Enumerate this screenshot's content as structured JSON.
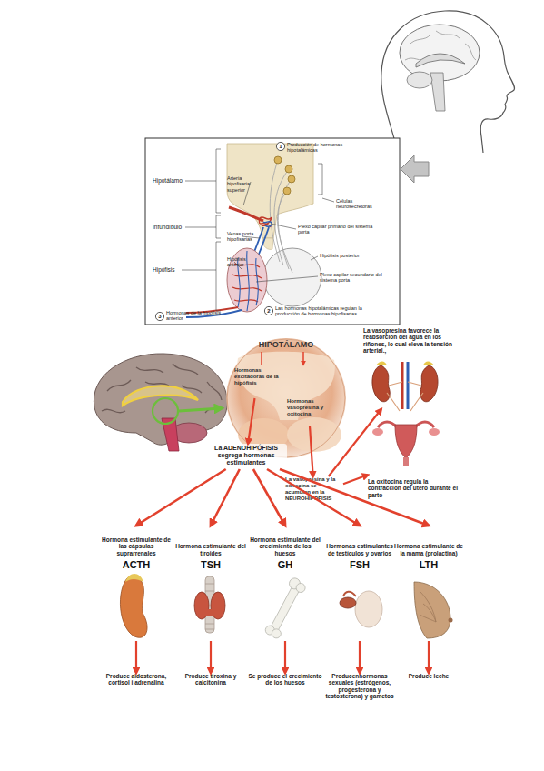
{
  "diagram": {
    "nodes": [
      {
        "text": [
          "HIPOTÁLAMO"
        ]
      },
      {
        "text": [
          "Hormonas excitadoras de la hipófisis"
        ],
        "in": 0
      },
      {
        "text": [
          "Hormonas vasopresina y oxitocina"
        ],
        "in": 0
      },
      {
        "text": [
          "La vasopresina y la oxitocina se acumulan en la NEUROHIPÓFISIS"
        ],
        "in": 0
      },
      {
        "text": [
          "La ADENOHIPÓFISIS segrega hormonas estimulantes"
        ]
      },
      {
        "text": [
          "La vasopresina favorece la reabsorción del agua en los riñones, lo cual eleva la tensión arterial.,"
        ]
      },
      {
        "text": [
          "La oxitocina regula la contracción del útero durante el parto"
        ]
      },
      {
        "text": [
          "Hormona estimulante de las cápsulas suprarrenales",
          "ACTH"
        ]
      },
      {
        "text": [
          "Hormona estimulante del tiroides",
          "TSH"
        ]
      },
      {
        "text": [
          "Hormona estimulante del crecimiento de los huesos",
          "GH"
        ]
      },
      {
        "text": [
          "Hormonas estimulantes de testículos y ovarios",
          "FSH"
        ]
      },
      {
        "text": [
          "Hormona estimulante de la mama (prolactina)",
          "LTH"
        ]
      },
      {
        "text": [
          "Produce aldosterona, cortisol i adrenalina"
        ]
      },
      {
        "text": [
          "Produce tiroxina y calcitonina"
        ]
      },
      {
        "text": [
          "Se produce el crecimiento de los huesos"
        ]
      },
      {
        "text": [
          "Producenhormonas sexuales (estrógenos, progesterona y testosterona) y gametos"
        ]
      },
      {
        "text": [
          "Produce leche"
        ]
      }
    ],
    "edges": [
      {
        "from": 1,
        "to": 4,
        "arrow": "to"
      },
      {
        "from": 2,
        "to": 3,
        "arrow": "to"
      },
      {
        "from": 3,
        "to": 5,
        "arrow": "to"
      },
      {
        "from": 3,
        "to": 6,
        "arrow": "to"
      },
      {
        "from": 4,
        "to": 7,
        "arrow": "to"
      },
      {
        "from": 4,
        "to": 8,
        "arrow": "to"
      },
      {
        "from": 4,
        "to": 9,
        "arrow": "to"
      },
      {
        "from": 4,
        "to": 10,
        "arrow": "to"
      },
      {
        "from": 4,
        "to": 11,
        "arrow": "to"
      },
      {
        "from": 7,
        "to": 12,
        "arrow": "to"
      },
      {
        "from": 8,
        "to": 13,
        "arrow": "to"
      },
      {
        "from": 9,
        "to": 14,
        "arrow": "to"
      },
      {
        "from": 10,
        "to": 15,
        "arrow": "to"
      },
      {
        "from": 11,
        "to": 16,
        "arrow": "to"
      }
    ],
    "labels": [
      "1",
      "Producción de hormonas hipotalámicas",
      "Hipotálamo",
      "Arteria hipofisaria superior",
      "Células neurosecretoras",
      "Infundíbulo",
      "Venas porta hipofisarias",
      "Plexo capilar primario del sistema porta",
      "Hipófisis posterior",
      "Hipófisis",
      "Hipófisis anterior",
      "Plexo capilar secundario del sistema porta",
      "3",
      "Hormonas de la hipófisis anterior",
      "2",
      "Las hormonas hipotalámicas regulan la producción de hormonas hipofisarias"
    ]
  }
}
